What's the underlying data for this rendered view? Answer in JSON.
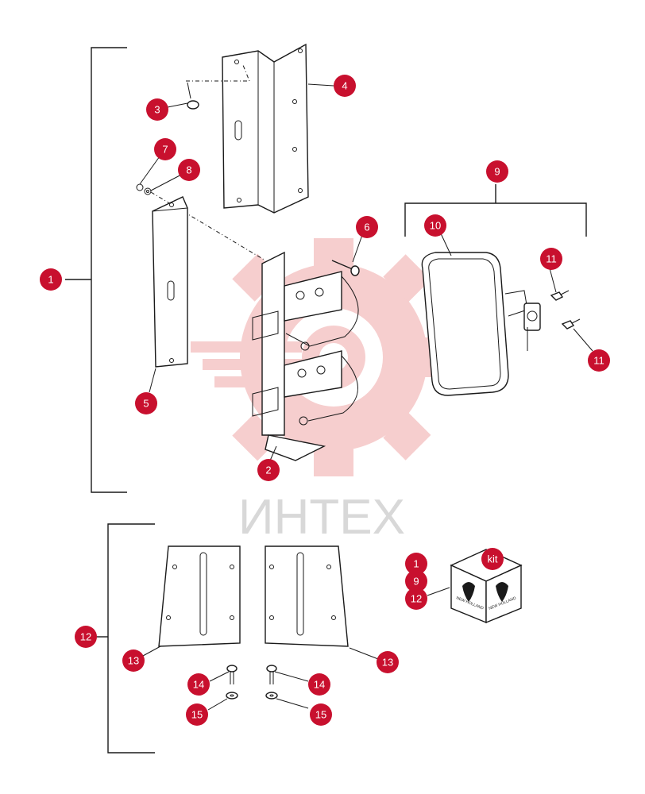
{
  "colors": {
    "callout": "#c8102e",
    "watermark": "#f6c9c9",
    "watermark_text": "#d8d8d8",
    "line": "#1a1a1a"
  },
  "watermark": {
    "text": "ИНТЕХ"
  },
  "kit_box": {
    "brand_left": "NEW HOLLAND",
    "brand_right": "NEW HOLLAND"
  },
  "callouts": [
    {
      "id": "c1",
      "label": "1"
    },
    {
      "id": "c2",
      "label": "2"
    },
    {
      "id": "c3",
      "label": "3"
    },
    {
      "id": "c4",
      "label": "4"
    },
    {
      "id": "c5",
      "label": "5"
    },
    {
      "id": "c6",
      "label": "6"
    },
    {
      "id": "c7",
      "label": "7"
    },
    {
      "id": "c8",
      "label": "8"
    },
    {
      "id": "c9",
      "label": "9"
    },
    {
      "id": "c10",
      "label": "10"
    },
    {
      "id": "c11a",
      "label": "11"
    },
    {
      "id": "c11b",
      "label": "11"
    },
    {
      "id": "c12",
      "label": "12"
    },
    {
      "id": "c13a",
      "label": "13"
    },
    {
      "id": "c13b",
      "label": "13"
    },
    {
      "id": "c14a",
      "label": "14"
    },
    {
      "id": "c14b",
      "label": "14"
    },
    {
      "id": "c15a",
      "label": "15"
    },
    {
      "id": "c15b",
      "label": "15"
    },
    {
      "id": "k1",
      "label": "1"
    },
    {
      "id": "k9",
      "label": "9"
    },
    {
      "id": "k12",
      "label": "12"
    },
    {
      "id": "kkit",
      "label": "kit"
    }
  ]
}
